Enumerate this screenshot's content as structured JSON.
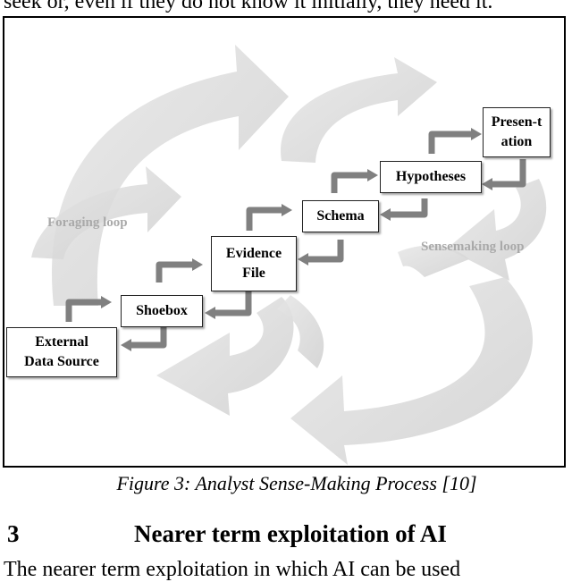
{
  "page": {
    "top_fragment": "seek or, even if they do not know it initially, they need it.",
    "bottom_fragment": "The nearer term exploitation in which AI can be used"
  },
  "figure": {
    "boxes": {
      "external": "External Data Source",
      "shoebox": "Shoebox",
      "evidence": "Evidence File",
      "schema": "Schema",
      "hypotheses": "Hypotheses",
      "presentation": "Presen-tation"
    },
    "loops": {
      "foraging": "Foraging loop",
      "sensemaking": "Sensemaking loop"
    },
    "caption": "Figure 3: Analyst Sense-Making Process [10]",
    "colors": {
      "big_arrow": "#d9d9d9",
      "step_arrow": "#808080",
      "label": "#a9a9a9"
    }
  },
  "section": {
    "number": "3",
    "title": "Nearer term exploitation of AI"
  }
}
